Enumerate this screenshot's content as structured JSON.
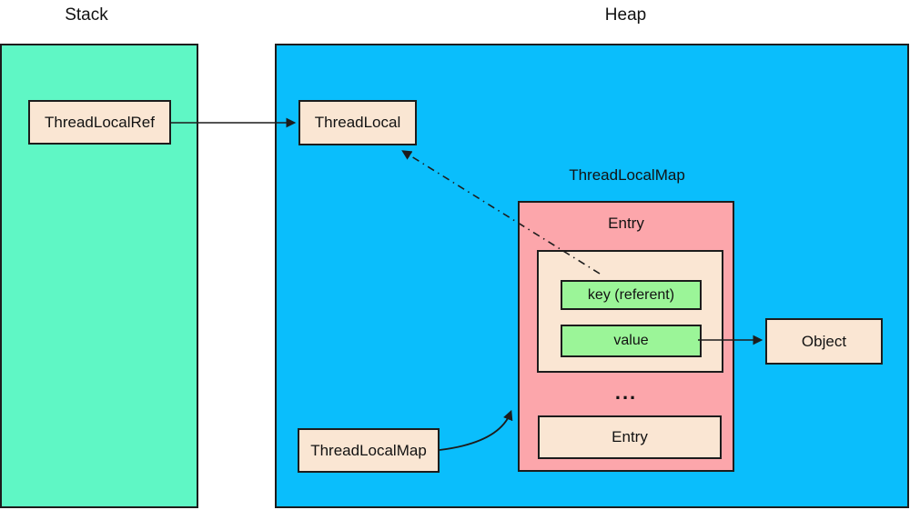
{
  "colors": {
    "stack_fill": "#5FF7C5",
    "heap_fill": "#0ABEFC",
    "map_fill": "#FCA6AB",
    "box_fill": "#FAE6D3",
    "slot_fill": "#9BF598",
    "border": "#1c1c1c"
  },
  "labels": {
    "stack": "Stack",
    "heap": "Heap",
    "thread_local_ref": "ThreadLocalRef",
    "thread_local": "ThreadLocal",
    "thread_local_map_title": "ThreadLocalMap",
    "entry_top": "Entry",
    "key": "key (referent)",
    "value": "value",
    "ellipsis": "...",
    "entry_bottom": "Entry",
    "object": "Object",
    "thread_local_map_box": "ThreadLocalMap"
  }
}
